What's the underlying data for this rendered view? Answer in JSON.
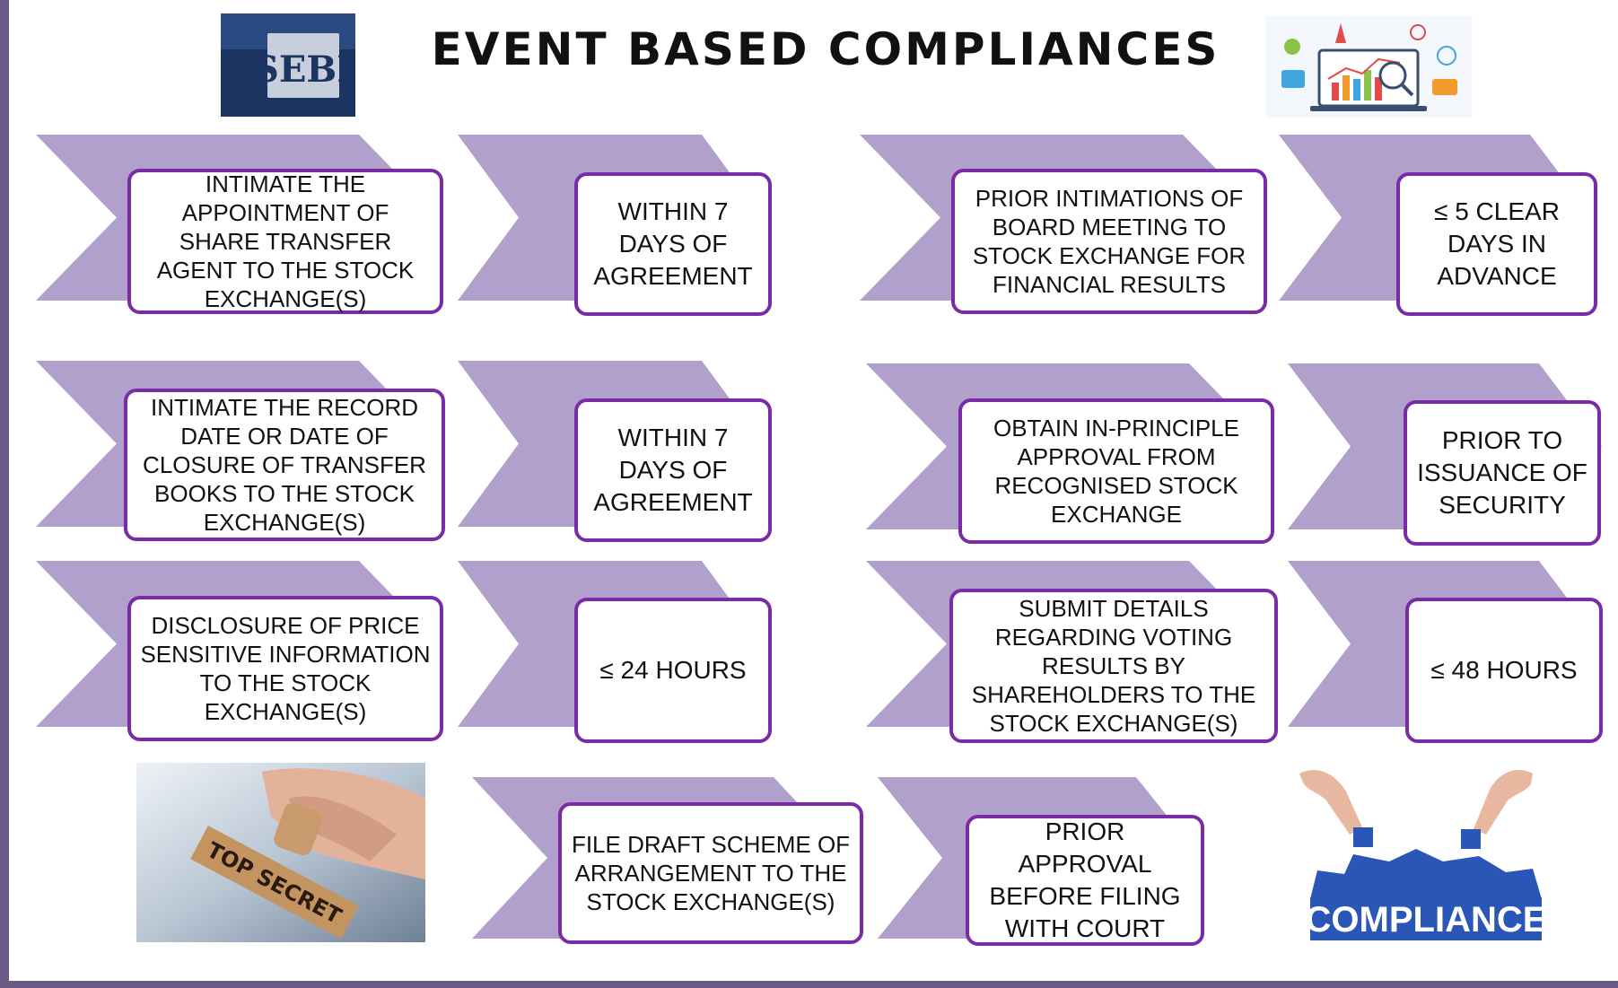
{
  "title": "EVENT BASED COMPLIANCES",
  "logo_text": "SEBI",
  "image_labels": {
    "stamp": "TOP SECRET",
    "compliance": "COMPLIANCE"
  },
  "colors": {
    "chevron": "#b1a0cc",
    "box_border": "#7a2ca6",
    "frame": "#6b5a86"
  },
  "rows": [
    {
      "event": "INTIMATE THE APPOINTMENT OF SHARE TRANSFER AGENT TO THE STOCK EXCHANGE(S)",
      "timeline": "WITHIN 7 DAYS OF AGREEMENT"
    },
    {
      "event": "PRIOR INTIMATIONS OF BOARD MEETING TO STOCK EXCHANGE FOR FINANCIAL RESULTS",
      "timeline": "≤ 5 CLEAR DAYS IN ADVANCE"
    },
    {
      "event": "INTIMATE THE RECORD DATE OR DATE OF CLOSURE OF TRANSFER BOOKS TO THE STOCK EXCHANGE(S)",
      "timeline": "WITHIN 7 DAYS OF AGREEMENT"
    },
    {
      "event": "OBTAIN IN-PRINCIPLE APPROVAL FROM RECOGNISED STOCK EXCHANGE",
      "timeline": "PRIOR TO ISSUANCE OF SECURITY"
    },
    {
      "event": "DISCLOSURE OF PRICE SENSITIVE INFORMATION TO THE STOCK EXCHANGE(S)",
      "timeline": "≤ 24 HOURS"
    },
    {
      "event": "SUBMIT DETAILS REGARDING VOTING RESULTS BY SHAREHOLDERS TO THE STOCK EXCHANGE(S)",
      "timeline": "≤ 48 HOURS"
    },
    {
      "event": "FILE DRAFT SCHEME OF ARRANGEMENT TO THE STOCK EXCHANGE(S)",
      "timeline": "PRIOR APPROVAL BEFORE FILING WITH COURT"
    }
  ]
}
